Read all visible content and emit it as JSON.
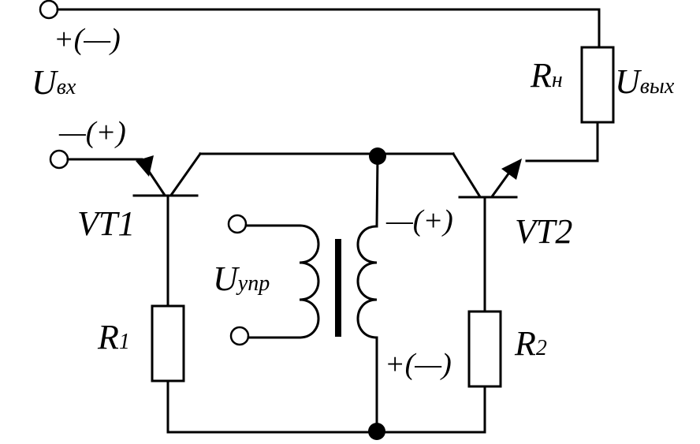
{
  "labels": {
    "u_in_main": "U",
    "u_in_sub": "вх",
    "r_load_main": "R",
    "r_load_sub": "н",
    "u_out_main": "U",
    "u_out_sub": "вых",
    "vt1": "VT1",
    "vt2": "VT2",
    "u_ctrl_main": "U",
    "u_ctrl_sub": "упр",
    "r1_main": "R",
    "r1_sub": "1",
    "r2_main": "R",
    "r2_sub": "2"
  },
  "polarity": {
    "input_top": "+(—)",
    "input_bottom": "—(+)",
    "coil_top": "—(+)",
    "coil_bottom": "+(—)"
  }
}
